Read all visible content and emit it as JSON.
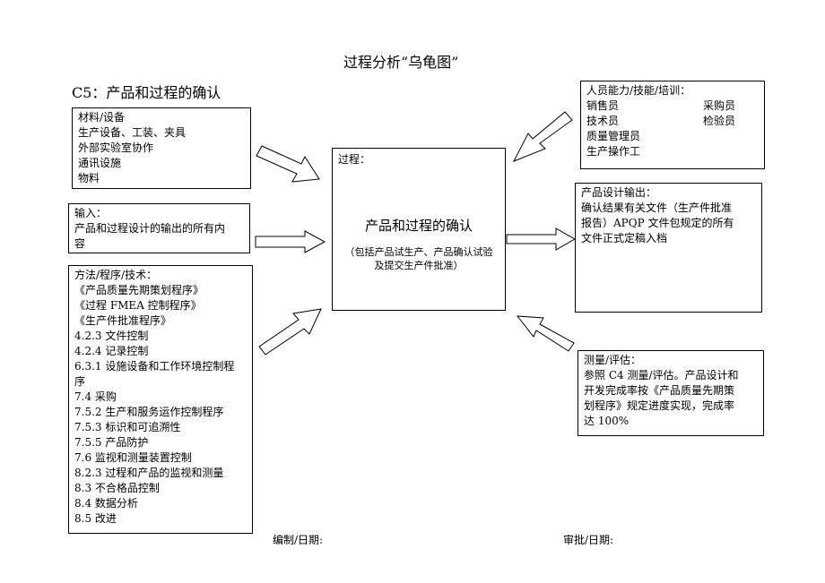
{
  "title": "过程分析“乌龟图”",
  "subtitle": "C5：产品和过程的确认",
  "materials": {
    "lines": [
      "材料/设备",
      "生产设备、工装、夹具",
      "外部实验室协作",
      "通讯设施",
      "物料"
    ]
  },
  "input": {
    "lines": [
      "输入：",
      "产品和过程设计的输出的所有内",
      "容"
    ]
  },
  "methods": {
    "lines": [
      "方法/程序/技术：",
      "《产品质量先期策划程序》",
      "《过程 FMEA 控制程序》",
      "《生产件批准程序》",
      "4.2.3 文件控制",
      "4.2.4 记录控制",
      "6.3.1 设施设备和工作环境控制程",
      "序",
      "7.4 采购",
      "7.5.2 生产和服务运作控制程序",
      "7.5.3 标识和可追溯性",
      "7.5.5 产品防护",
      "7.6 监视和测量装置控制",
      "8.2.3 过程和产品的监视和测量",
      "8.3 不合格品控制",
      "8.4 数据分析",
      "8.5 改进"
    ]
  },
  "process": {
    "label": "过程：",
    "main": "产品和过程的确认",
    "note_lines": [
      "（包括产品试生产、产品确认试验",
      "及提交生产件批准）"
    ]
  },
  "personnel": {
    "heading": "人员能力/技能/培训：",
    "left": [
      "销售员",
      "技术员",
      "质量管理员",
      "生产操作工"
    ],
    "right": [
      "采购员",
      "检验员"
    ]
  },
  "output": {
    "lines": [
      "产品设计输出：",
      "确认结果有关文件（生产件批准",
      "报告）APQP 文件包规定的所有",
      "文件正式定稿入档"
    ]
  },
  "measurement": {
    "lines": [
      "测量/评估：",
      "参照 C4 测量/评估。产品设计和",
      "开发完成率按《产品质量先期策",
      "划程序》规定进度实现，完成率",
      "达 100%"
    ]
  },
  "footer": {
    "prepared": "编制/日期:",
    "approved": "审批/日期:"
  }
}
